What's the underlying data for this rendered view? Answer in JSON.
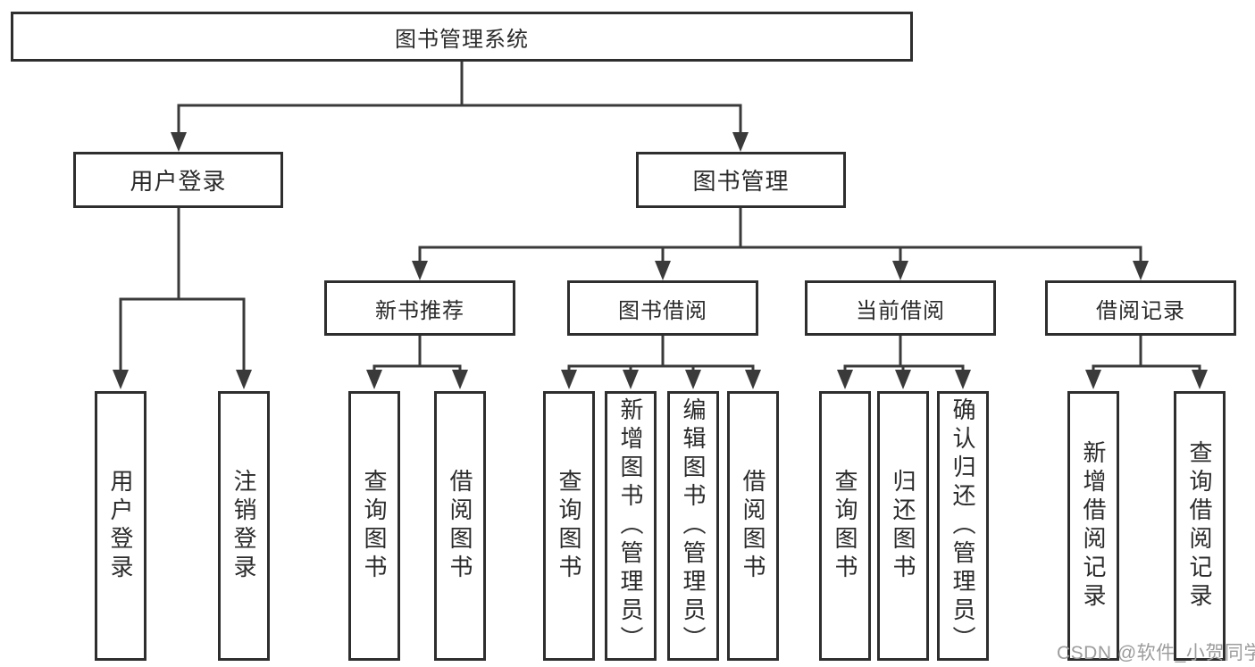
{
  "tree": {
    "root": {
      "label": "图书管理系统",
      "children": [
        {
          "label": "用户登录",
          "children": [
            {
              "label": "用户登录"
            },
            {
              "label": "注销登录"
            }
          ]
        },
        {
          "label": "图书管理",
          "children": [
            {
              "label": "新书推荐",
              "children": [
                {
                  "label": "查询图书"
                },
                {
                  "label": "借阅图书"
                }
              ]
            },
            {
              "label": "图书借阅",
              "children": [
                {
                  "label": "查询图书"
                },
                {
                  "label": "新增图书（管理员）"
                },
                {
                  "label": "编辑图书（管理员）"
                },
                {
                  "label": "借阅图书"
                }
              ]
            },
            {
              "label": "当前借阅",
              "children": [
                {
                  "label": "查询图书"
                },
                {
                  "label": "归还图书"
                },
                {
                  "label": "确认归还（管理员）"
                }
              ]
            },
            {
              "label": "借阅记录",
              "children": [
                {
                  "label": "新增借阅记录"
                },
                {
                  "label": "查询借阅记录"
                }
              ]
            }
          ]
        }
      ]
    }
  },
  "watermark": "CSDN @软件_小贺同学",
  "colors": {
    "line": "#3a3a3a",
    "box_border": "#2e2e2e",
    "text": "#2b2b2b",
    "watermark": "#9c9c9c",
    "background": "#ffffff"
  }
}
